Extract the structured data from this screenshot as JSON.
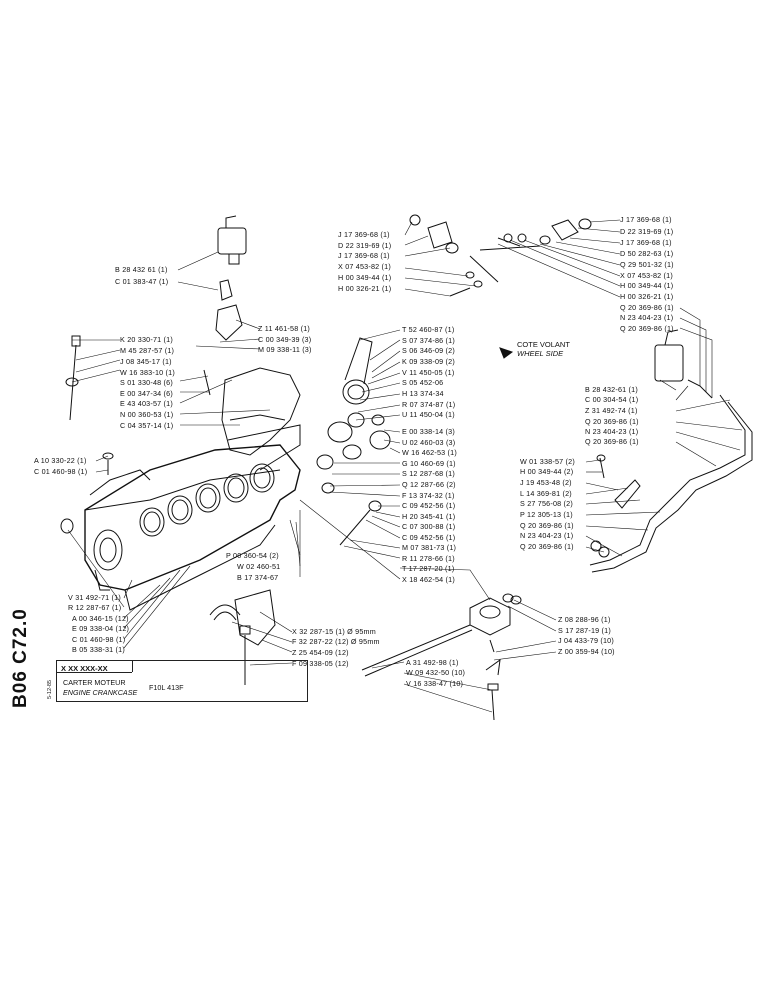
{
  "sheet": {
    "side_code": "B06 C72.0",
    "date_stamp": "5-12-85",
    "catalog_code": "X XX XXX-XX",
    "title_fr": "CARTER MOTEUR",
    "title_en": "ENGINE CRANKCASE",
    "model": "F10L 413F"
  },
  "orientation": {
    "label_fr": "COTE VOLANT",
    "label_en": "WHEEL SIDE"
  },
  "labels_left": [
    "B 28 432 61 (1)",
    "C 01 383-47 (1)",
    "K 20 330-71 (1)",
    "M 45 287-57 (1)",
    "J 08 345-17 (1)",
    "W 16 383-10 (1)",
    "A 10 330-22 (1)",
    "C 01 460-98 (1)",
    "V 31 492-71 (1)",
    "R 12 287-67 (1)",
    "A 00 346-15 (12)",
    "E 09 338-04 (12)",
    "C 01 460-98 (1)",
    "B 05 338-31 (1)"
  ],
  "labels_center_left": [
    "Z 11 461-58 (1)",
    "C 00 349-39 (3)",
    "M 09 338-11 (3)",
    "S 01 330-48 (6)",
    "E 00 347-34 (6)",
    "E 43 403-57 (1)",
    "N 00 360-53 (1)",
    "C 04 357-14 (1)",
    "P 00 360-54 (2)",
    "W 02 460-51",
    "B 17 374-67",
    "X 32 287-15 (1) Ø 95mm",
    "F 32 287-22 (12) Ø 95mm",
    "Z 25 454-09 (12)",
    "F 09 338-05 (12)"
  ],
  "labels_center": [
    "T 52 460-87 (1)",
    "S 07 374-86 (1)",
    "S 06 346-09 (2)",
    "K 09 338-09 (2)",
    "V 11 450-05 (1)",
    "S 05 452-06",
    "H 13 374-34",
    "R 07 374-87 (1)",
    "U 11 450-04 (1)",
    "E 00 338-14 (3)",
    "U 02 460-03 (3)",
    "W 16 462-53 (1)",
    "G 10 460-69 (1)",
    "S 12 287-68 (1)",
    "Q 12 287-66 (2)",
    "F 13 374-32 (1)",
    "C 09 452-56 (1)",
    "H 20 345-41 (1)",
    "C 07 300-88 (1)",
    "C 09 452-56 (1)",
    "M 07 381-73 (1)",
    "R 11 278-66 (1)",
    "T 17 287-20 (1)",
    "X 18 462-54 (1)"
  ],
  "labels_top_group": [
    "J 17 369-68 (1)",
    "D 22 319-69 (1)",
    "J 17 369-68 (1)",
    "X 07 453-82 (1)",
    "H 00 349-44 (1)",
    "H 00 326-21 (1)"
  ],
  "labels_right": [
    "J 17 369-68 (1)",
    "D 22 319-69 (1)",
    "J 17 369-68 (1)",
    "D 50 282-63 (1)",
    "Q 29 501-32 (1)",
    "X 07 453-82 (1)",
    "H 00 349-44 (1)",
    "H 00 326-21 (1)",
    "Q 20 369-86 (1)",
    "N 23 404-23 (1)",
    "Q 20 369-86 (1)",
    "B 28 432-61 (1)",
    "C 00 304-54 (1)",
    "Z 31 492-74 (1)",
    "Q 20 369-86 (1)",
    "N 23 404-23 (1)",
    "Q 20 369-86 (1)"
  ],
  "labels_right_lower": [
    "W 01 338-57 (2)",
    "H 00 349-44 (2)",
    "J 19 453-48 (2)",
    "L 14 369-81 (2)",
    "S 27 756-08 (2)",
    "P 12 305-13 (1)",
    "Q 20 369-86 (1)",
    "N 23 404-23 (1)",
    "Q 20 369-86 (1)"
  ],
  "labels_pump": [
    "Z 08 288-96 (1)",
    "S 17 287-19 (1)",
    "J 04 433-79 (10)",
    "Z 00 359-94 (10)",
    "A 31 492-98 (1)",
    "W 09 432-50 (10)",
    "V 16 338-47 (10)"
  ]
}
